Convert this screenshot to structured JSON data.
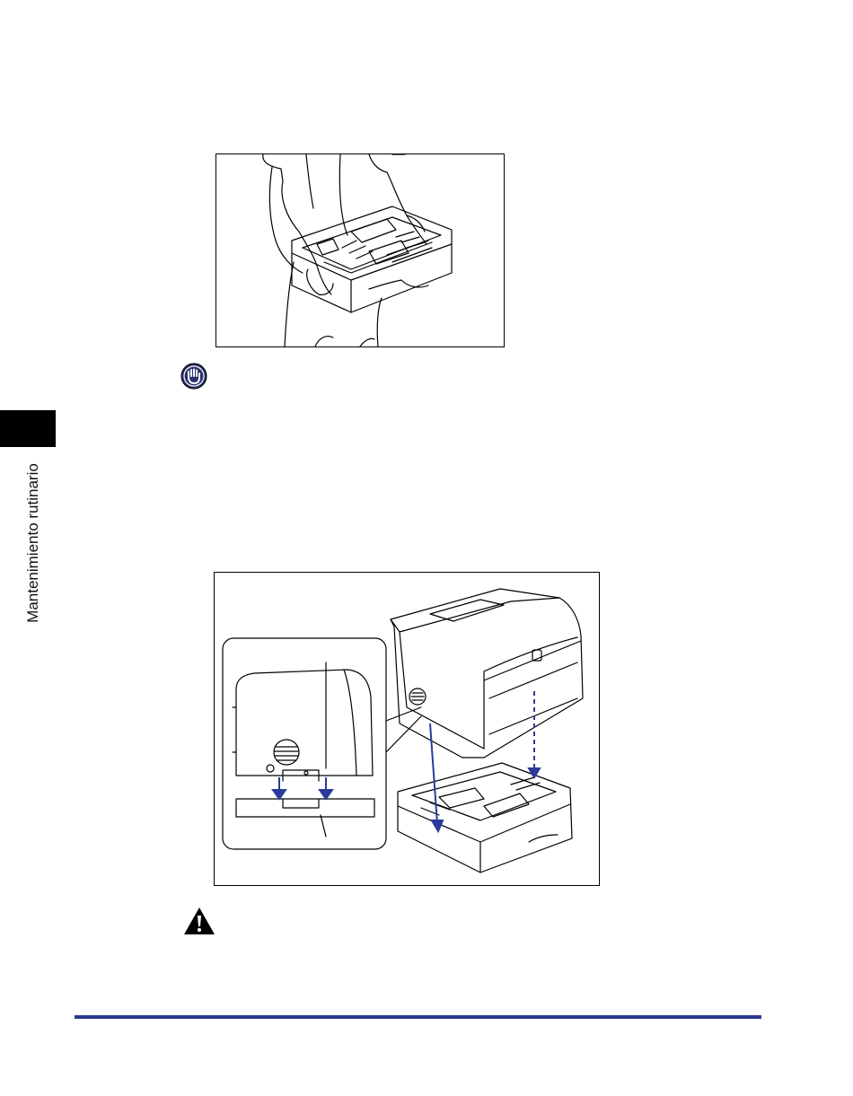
{
  "sidebar": {
    "section_label": "Mantenimiento rutinario"
  },
  "figures": [
    {
      "icon": "figure-lifting-paper-feeder"
    },
    {
      "icon": "figure-printer-on-feeder"
    }
  ],
  "notes": {
    "important_icon": "stop-hand-icon",
    "warning_icon": "warning-triangle-icon"
  },
  "colors": {
    "accent": "#2b3a8f",
    "arrow": "#2a3b9a"
  }
}
